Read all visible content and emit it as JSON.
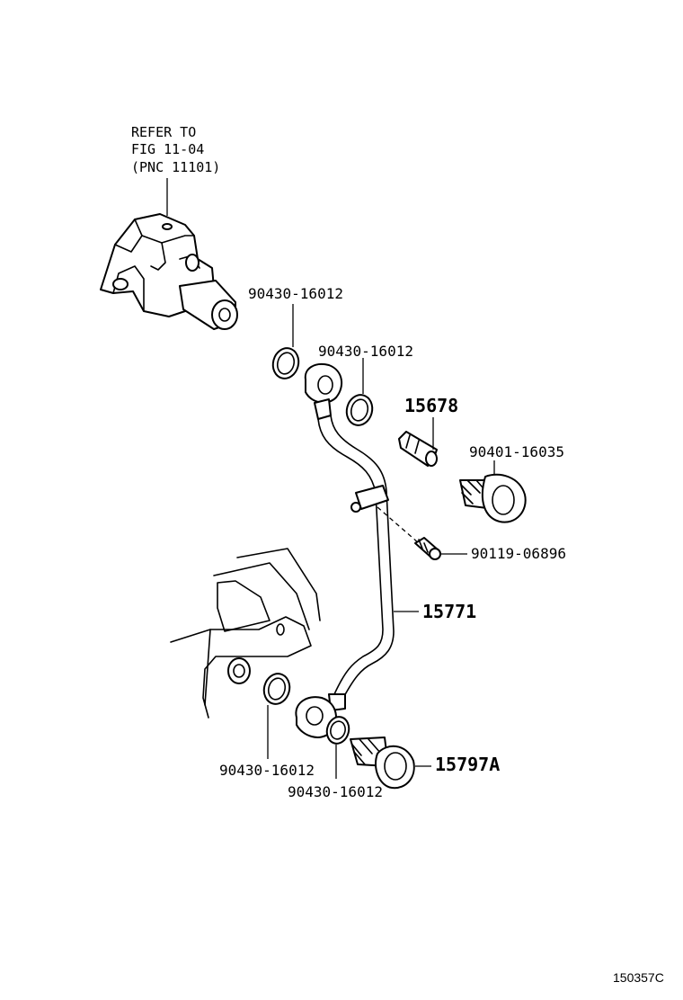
{
  "reference": {
    "line1": "REFER TO",
    "line2": "FIG 11-04",
    "line3": "(PNC 11101)"
  },
  "parts": {
    "gasket_top_left": "90430-16012",
    "gasket_top_right": "90430-16012",
    "switch": "15678",
    "union_bolt_top": "90401-16035",
    "bolt_small": "90119-06896",
    "oil_pipe": "15771",
    "gasket_bottom_left": "90430-16012",
    "gasket_bottom_right": "90430-16012",
    "union_bolt_bottom": "15797A"
  },
  "illustration_code": "150357C"
}
